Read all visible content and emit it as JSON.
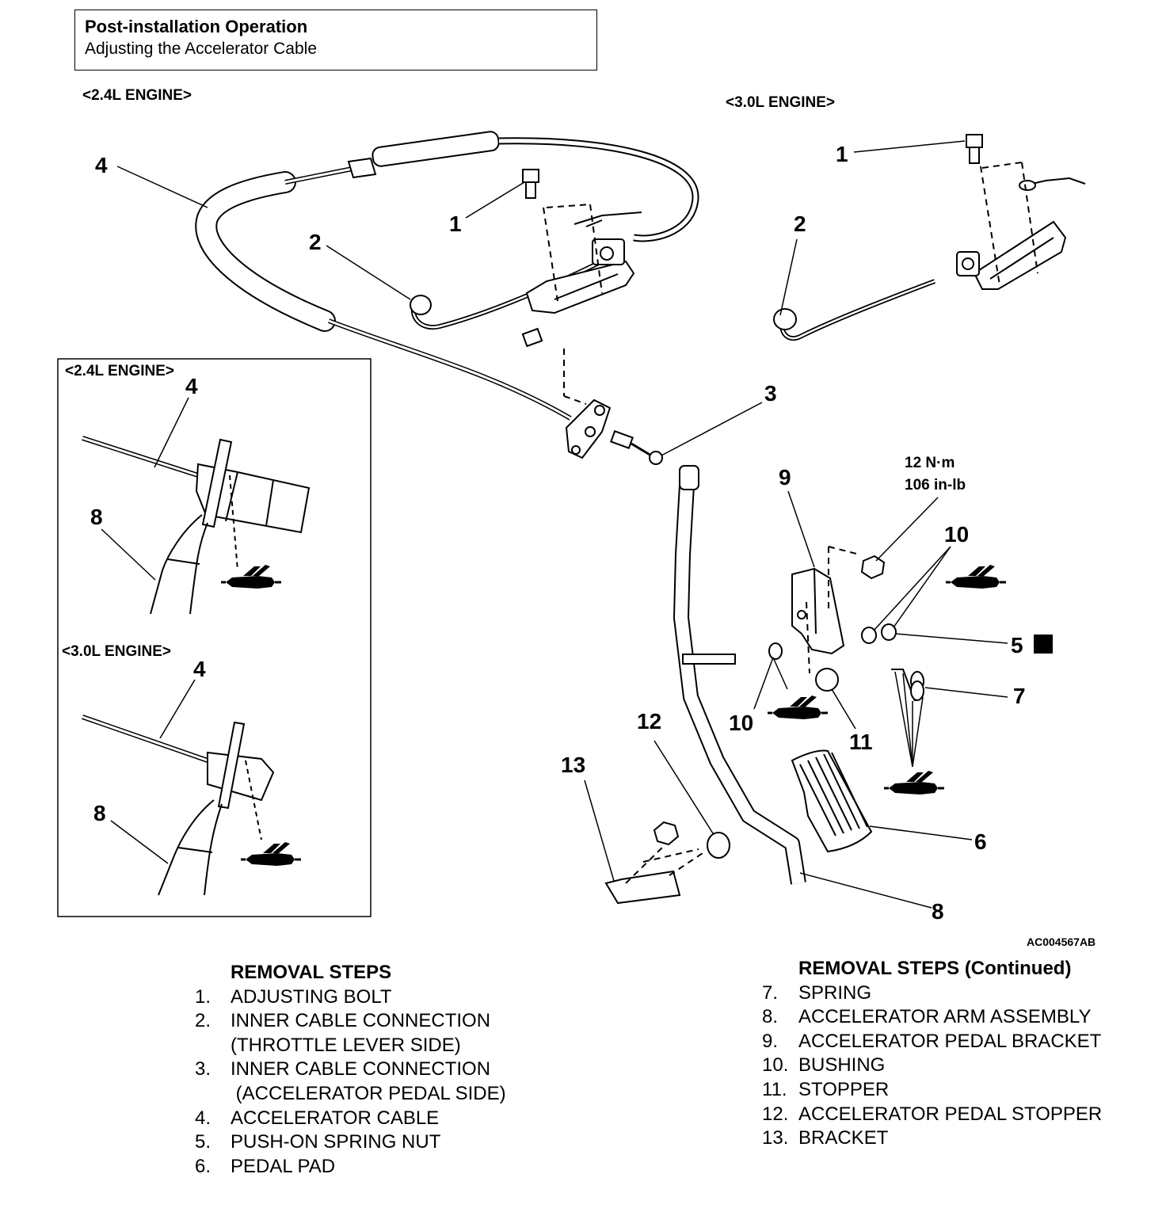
{
  "header": {
    "title": "Post-installation Operation",
    "subtitle": "Adjusting the Accelerator Cable"
  },
  "diagram": {
    "engine_24_label": "<2.4L ENGINE>",
    "engine_30_label": "<3.0L ENGINE>",
    "inset_engine_24_label": "<2.4L ENGINE>",
    "inset_engine_30_label": "<3.0L ENGINE>",
    "torque_nm": "12 N·m",
    "torque_inlb": "106 in-lb",
    "figure_code": "AC004567AB",
    "replace_badge": "N",
    "callouts": {
      "c1a": "1",
      "c1b": "1",
      "c2a": "2",
      "c2b": "2",
      "c3": "3",
      "c4": "4",
      "c4_inset_a": "4",
      "c4_inset_b": "4",
      "c5": "5",
      "c6": "6",
      "c7": "7",
      "c8": "8",
      "c8_inset_a": "8",
      "c8_inset_b": "8",
      "c9": "9",
      "c10a": "10",
      "c10b": "10",
      "c11": "11",
      "c12": "12",
      "c13": "13"
    }
  },
  "removal_steps": {
    "heading": "REMOVAL STEPS",
    "items": [
      {
        "num": "1.",
        "lines": [
          "ADJUSTING BOLT"
        ]
      },
      {
        "num": "2.",
        "lines": [
          "INNER CABLE CONNECTION",
          "(THROTTLE LEVER SIDE)"
        ]
      },
      {
        "num": "3.",
        "lines": [
          "INNER CABLE CONNECTION",
          " (ACCELERATOR PEDAL SIDE)"
        ]
      },
      {
        "num": "4.",
        "lines": [
          "ACCELERATOR CABLE"
        ]
      },
      {
        "num": "5.",
        "lines": [
          "PUSH-ON SPRING NUT"
        ]
      },
      {
        "num": "6.",
        "lines": [
          "PEDAL PAD"
        ]
      }
    ]
  },
  "removal_steps_continued": {
    "heading": "REMOVAL STEPS (Continued)",
    "items": [
      {
        "num": "7.",
        "lines": [
          "SPRING"
        ]
      },
      {
        "num": "8.",
        "lines": [
          "ACCELERATOR ARM ASSEMBLY"
        ]
      },
      {
        "num": "9.",
        "lines": [
          "ACCELERATOR PEDAL BRACKET"
        ]
      },
      {
        "num": "10.",
        "lines": [
          "BUSHING"
        ]
      },
      {
        "num": "11.",
        "lines": [
          "STOPPER"
        ]
      },
      {
        "num": "12.",
        "lines": [
          "ACCELERATOR PEDAL STOPPER"
        ]
      },
      {
        "num": "13.",
        "lines": [
          "BRACKET"
        ]
      }
    ]
  }
}
